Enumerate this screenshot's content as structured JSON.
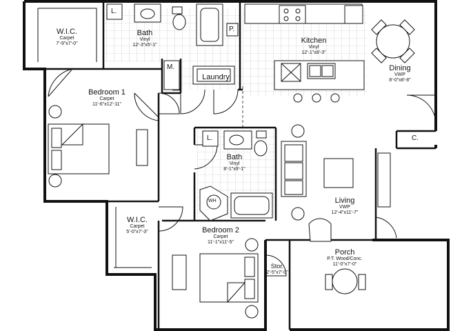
{
  "rooms": {
    "wic_top": {
      "name": "W.I.C.",
      "material": "Carpet",
      "dims": "7'-9\"x7'-0\""
    },
    "bath_top": {
      "name": "Bath",
      "material": "Vinyl",
      "dims": "12'-3\"x5'-1\""
    },
    "kitchen": {
      "name": "Kitchen",
      "material": "Vinyl",
      "dims": "12'-1\"x8'-3\""
    },
    "dining": {
      "name": "Dining",
      "material": "VWP",
      "dims": "8'-0\"x8'-8\""
    },
    "laundry": {
      "name": "Laundry"
    },
    "bedroom1": {
      "name": "Bedroom 1",
      "material": "Carpet",
      "dims": "11'-6\"x12'-11\""
    },
    "bath_mid": {
      "name": "Bath",
      "material": "Vinyl",
      "dims": "8'-1\"x9'-1\""
    },
    "living": {
      "name": "Living",
      "material": "VWP",
      "dims": "12'-4\"x11'-7\""
    },
    "wic_bottom": {
      "name": "W.I.C.",
      "material": "Carpet",
      "dims": "5'-0\"x7'-3\""
    },
    "bedroom2": {
      "name": "Bedroom 2",
      "material": "Carpet",
      "dims": "11'-1\"x11'-5\""
    },
    "porch": {
      "name": "Porch",
      "material": "P.T. Wood/Conc.",
      "dims": "11'-0\"x7'-0\""
    },
    "storage": {
      "name": "Stor.",
      "dims": "2'-5\"x7'-0\""
    }
  },
  "tags": {
    "linen_top": "L.",
    "linen_mid": "L.",
    "pantry": "P.",
    "mech": "M.",
    "closet": "C.",
    "whirlpool": "WH"
  }
}
